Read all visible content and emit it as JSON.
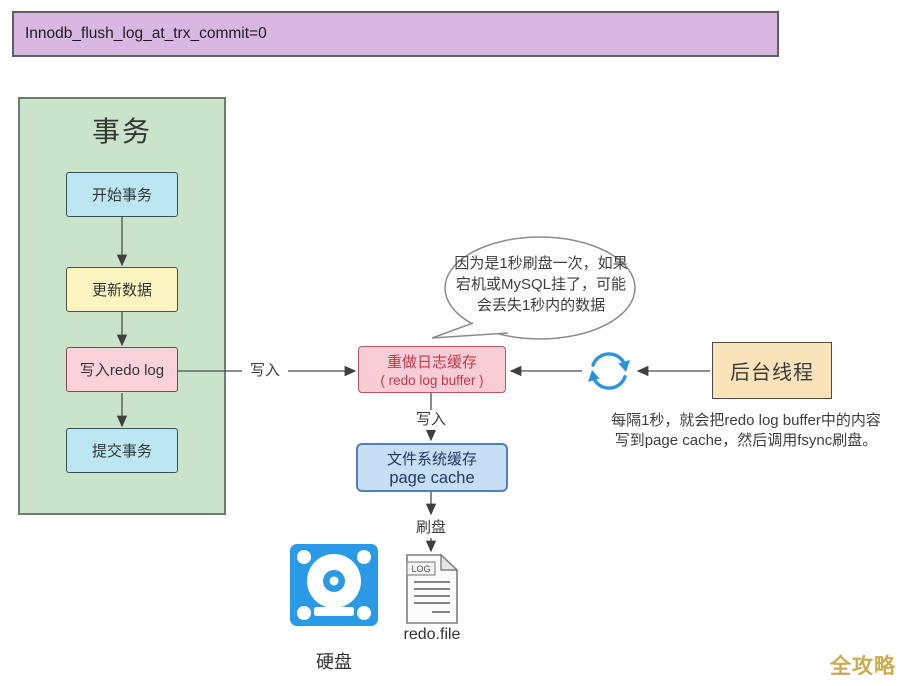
{
  "banner": {
    "text": "Innodb_flush_log_at_trx_commit=0"
  },
  "transaction_panel": {
    "title": "事务",
    "steps": [
      {
        "label": "开始事务"
      },
      {
        "label": "更新数据"
      },
      {
        "label": "写入redo log"
      },
      {
        "label": "提交事务"
      }
    ]
  },
  "speech_bubble": {
    "lines": [
      "因为是1秒刷盘一次，如果",
      "宕机或MySQL挂了，可能",
      "会丢失1秒内的数据"
    ]
  },
  "redo_log_buffer": {
    "title": "重做日志缓存",
    "subtitle": "( redo log buffer )"
  },
  "background_thread": {
    "label": "后台线程"
  },
  "thread_note": {
    "lines": [
      "每隔1秒，就会把redo log buffer中的内容",
      "写到page cache，然后调用fsync刷盘。"
    ]
  },
  "page_cache": {
    "title": "文件系统缓存",
    "subtitle": "page cache"
  },
  "flow_labels": {
    "write_to_buffer": "写入",
    "write_to_cache": "写入",
    "flush": "刷盘"
  },
  "disk": {
    "label": "硬盘"
  },
  "redo_file": {
    "label": "redo.file",
    "tab": "LOG"
  },
  "watermark": "全攻略",
  "icons": {
    "sync": "circular-refresh-arrows",
    "disk": "hard-disk-drive",
    "file": "log-document"
  },
  "colors": {
    "banner_fill": "#d9b7e3",
    "panel_fill": "#c9e4ca",
    "step_blue": "#bce7f2",
    "step_yellow": "#fcf4c0",
    "step_pink": "#fbd2da",
    "buffer_fill": "#f9cdd6",
    "buffer_accent": "#c0394b",
    "cache_fill": "#c6dff5",
    "cache_accent": "#1f3864",
    "thread_fill": "#fbe3b9",
    "icon_blue": "#2a9ae6",
    "watermark_gold": "#c7a13e"
  }
}
